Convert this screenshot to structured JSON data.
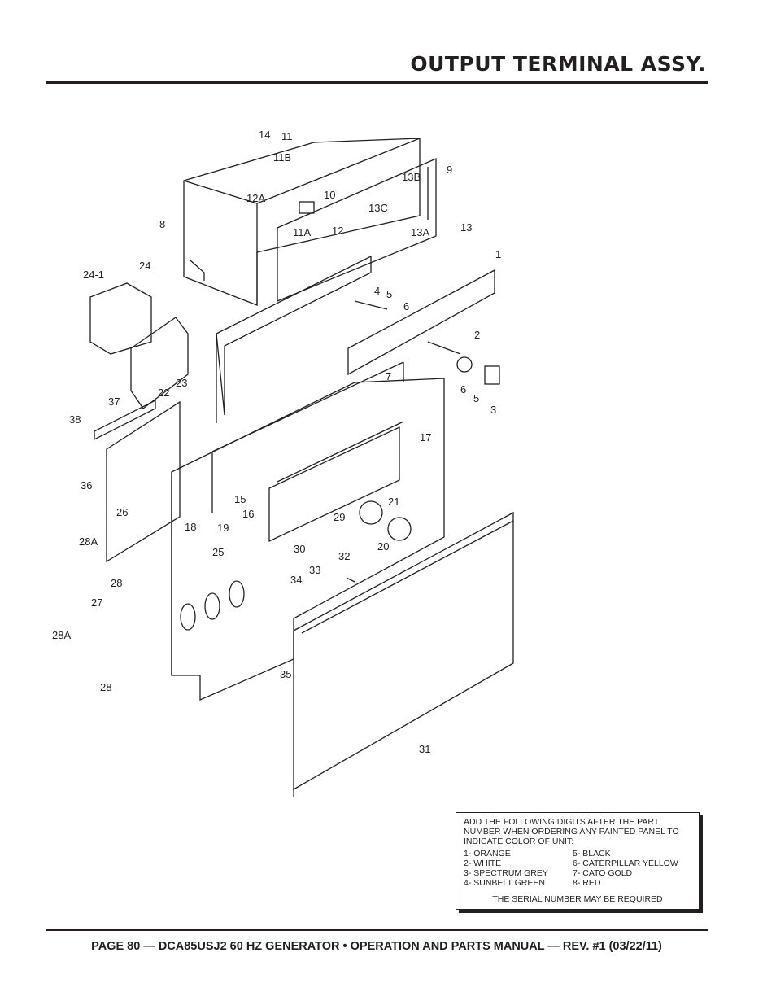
{
  "header": {
    "title": "OUTPUT TERMINAL ASSY."
  },
  "diagram": {
    "callouts": [
      "14",
      "11",
      "11B",
      "12A",
      "10",
      "12",
      "11A",
      "8",
      "13B",
      "9",
      "13C",
      "13A",
      "13",
      "24-1",
      "24",
      "1",
      "4",
      "5",
      "6",
      "2",
      "7",
      "22",
      "23",
      "37",
      "38",
      "6",
      "5",
      "3",
      "17",
      "36",
      "15",
      "16",
      "21",
      "26",
      "18",
      "19",
      "29",
      "28A",
      "25",
      "30",
      "20",
      "32",
      "33",
      "34",
      "28",
      "27",
      "28A",
      "35",
      "28",
      "31"
    ]
  },
  "note": {
    "intro": "ADD THE FOLLOWING DIGITS AFTER THE PART NUMBER WHEN ORDERING ANY PAINTED PANEL TO INDICATE COLOR OF UNIT:",
    "colors_left": [
      "1- ORANGE",
      "2- WHITE",
      "3- SPECTRUM GREY",
      "4- SUNBELT GREEN"
    ],
    "colors_right": [
      "5- BLACK",
      "6- CATERPILLAR YELLOW",
      "7- CATO GOLD",
      "8- RED"
    ],
    "serial": "THE SERIAL NUMBER MAY BE REQUIRED"
  },
  "footer": {
    "text": "PAGE 80 — DCA85USJ2 60 HZ GENERATOR • OPERATION AND PARTS MANUAL — REV. #1 (03/22/11)"
  }
}
